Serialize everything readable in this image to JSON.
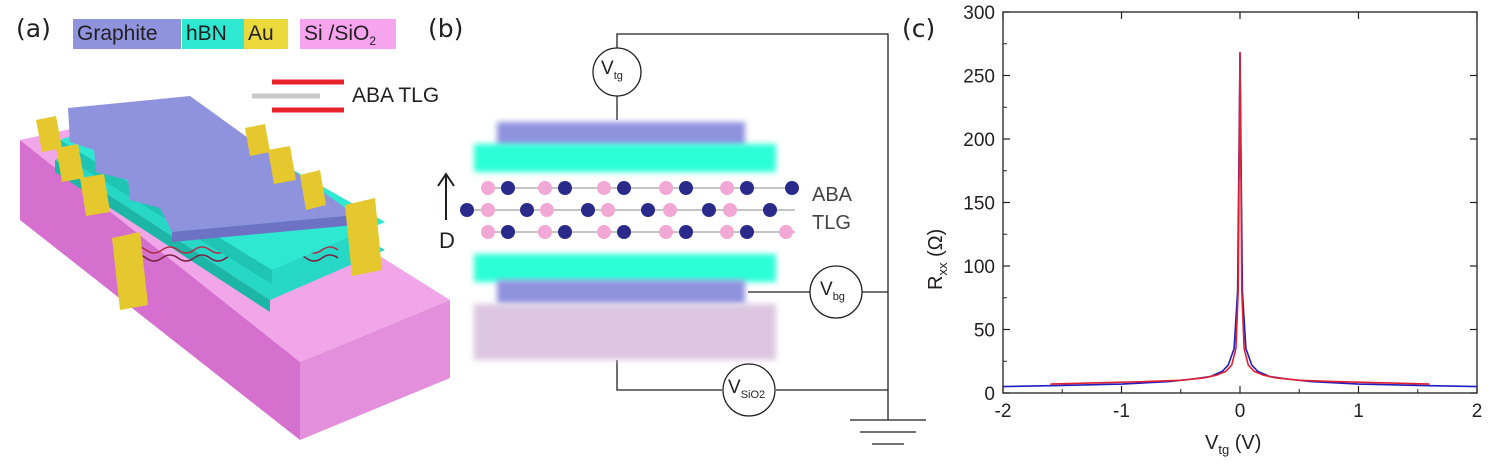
{
  "panel_a": {
    "label": "(a)",
    "legend": [
      {
        "text": "Graphite",
        "color": "#8f93de"
      },
      {
        "text": "hBN",
        "color": "#2ee8d2"
      },
      {
        "text": "Au",
        "color": "#ecd93b"
      },
      {
        "text": "Si /SiO",
        "sub": "2",
        "color": "#f7a4ef"
      }
    ],
    "tlg_label": "ABA TLG"
  },
  "panel_b": {
    "label": "(b)",
    "v_tg": {
      "main": "V",
      "sub": "tg"
    },
    "v_bg": {
      "main": "V",
      "sub": "bg"
    },
    "v_sio2": {
      "main": "V",
      "sub": "SiO2"
    },
    "tlg_line1": "ABA",
    "tlg_line2": "TLG",
    "field": "D",
    "colors": {
      "graphite": "#8f93de",
      "hbn": "#2affd8",
      "substrate": "#dcc6e0",
      "atom_dark": "#2a2a8a",
      "atom_light": "#f2a8d4"
    }
  },
  "panel_c": {
    "label": "(c)",
    "ylabel_main": "R",
    "ylabel_sub": "xx",
    "ylabel_unit": " (Ω)",
    "xlabel_main": "V",
    "xlabel_sub": "tg",
    "xlabel_unit": " (V)"
  },
  "chart_data": {
    "type": "line",
    "xlabel": "Vtg (V)",
    "ylabel": "Rxx (Ω)",
    "xlim": [
      -2,
      2
    ],
    "ylim": [
      0,
      300
    ],
    "xticks": [
      -2,
      -1,
      0,
      1,
      2
    ],
    "yticks": [
      0,
      50,
      100,
      150,
      200,
      250,
      300
    ],
    "grid": false,
    "series": [
      {
        "color": "#1f1fbf",
        "x": [
          -2.0,
          -1.5,
          -1.0,
          -0.6,
          -0.4,
          -0.25,
          -0.15,
          -0.1,
          -0.05,
          -0.02,
          0.0,
          0.02,
          0.05,
          0.1,
          0.15,
          0.25,
          0.4,
          0.6,
          1.0,
          1.5,
          2.0
        ],
        "values": [
          5,
          6,
          7,
          9,
          11,
          13,
          17,
          22,
          35,
          80,
          268,
          80,
          35,
          22,
          17,
          13,
          11,
          9,
          7,
          6,
          5
        ]
      },
      {
        "color": "#e02030",
        "x": [
          -1.6,
          -1.2,
          -0.8,
          -0.5,
          -0.3,
          -0.2,
          -0.12,
          -0.07,
          -0.035,
          -0.015,
          0.0,
          0.015,
          0.035,
          0.07,
          0.12,
          0.2,
          0.3,
          0.5,
          0.8,
          1.2,
          1.6
        ],
        "values": [
          7,
          8,
          9,
          10,
          12,
          14,
          17,
          22,
          35,
          80,
          268,
          80,
          35,
          22,
          17,
          14,
          12,
          10,
          9,
          8,
          7
        ]
      }
    ]
  }
}
